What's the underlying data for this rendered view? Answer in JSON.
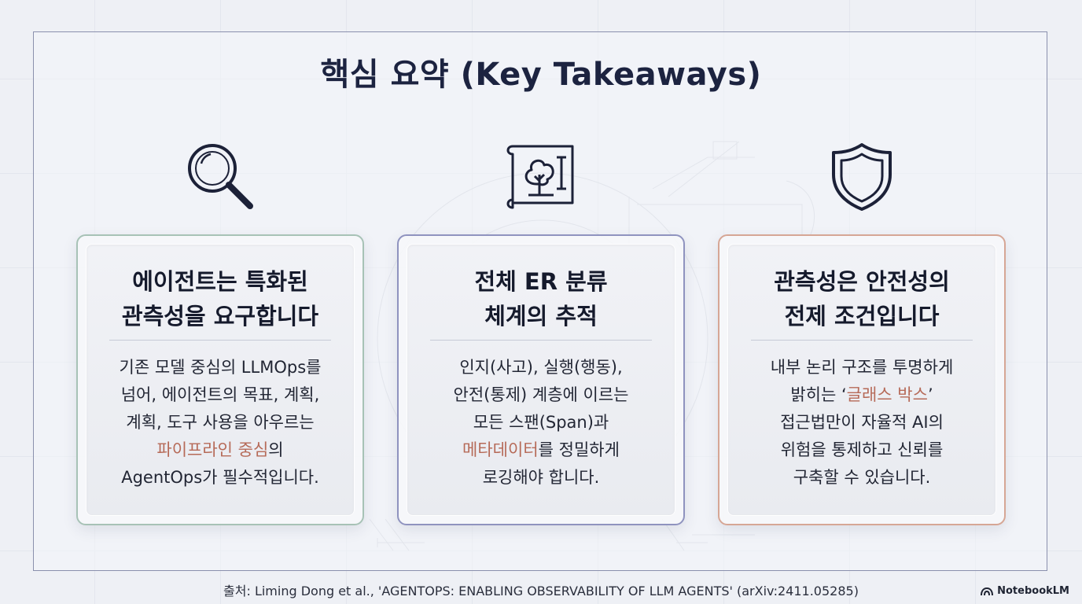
{
  "title": "핵심 요약 (Key Takeaways)",
  "cards": [
    {
      "icon": "magnifier-icon",
      "heading_line1": "에이전트는 특화된",
      "heading_line2": "관측성을 요구합니다",
      "body_lines": [
        "기존 모델 중심의 LLMOps를",
        "넘어, 에이전트의 목표, 계획,",
        "계획, 도구 사용을 아우르는"
      ],
      "highlight": "파이프라인 중심",
      "highlight_suffix": "의",
      "body_last": "AgentOps가 필수적입니다."
    },
    {
      "icon": "blueprint-tree-icon",
      "heading_line1": "전체 ER 분류",
      "heading_line2": "체계의 추적",
      "body_lines": [
        "인지(사고), 실행(행동),",
        "안전(통제) 계층에 이르는",
        "모든 스팬(Span)과"
      ],
      "highlight": "메타데이터",
      "highlight_suffix": "를 정밀하게",
      "body_last": "로깅해야 합니다."
    },
    {
      "icon": "shield-icon",
      "heading_line1": "관측성은 안전성의",
      "heading_line2": "전제 조건입니다",
      "body_lines": [
        "내부 논리 구조를 투명하게"
      ],
      "line2_prefix": "밝히는 ‘",
      "highlight": "글래스 박스",
      "line2_suffix": "’",
      "body_tail": [
        "접근법만이 자율적 AI의",
        "위험을 통제하고 신뢰를",
        "구축할 수 있습니다."
      ]
    }
  ],
  "source": "출처: Liming Dong et al., 'AGENTOPS: ENABLING OBSERVABILITY OF LLM AGENTS' (arXiv:2411.05285)",
  "brand": "NotebookLM",
  "colors": {
    "title": "#1c2340",
    "highlight": "#b66a58",
    "card1_border": "#a7c2b6",
    "card2_border": "#8f93bf",
    "card3_border": "#d6a695"
  }
}
